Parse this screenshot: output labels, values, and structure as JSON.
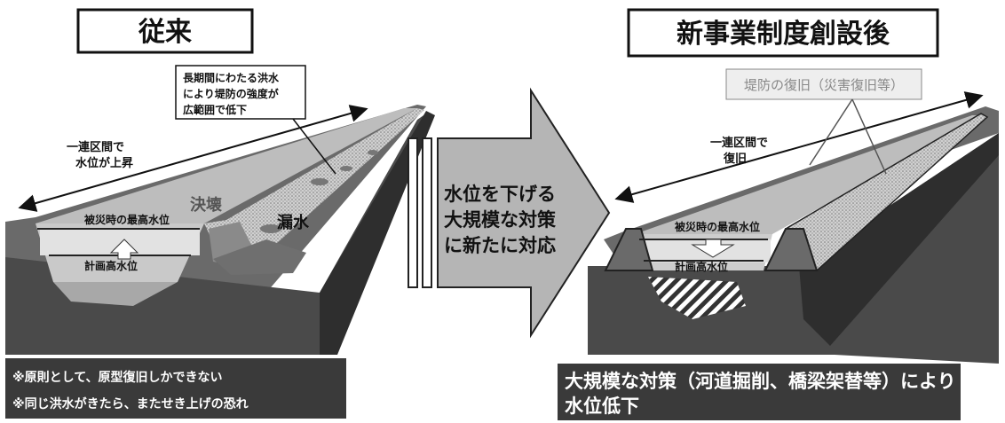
{
  "left_panel": {
    "title": "従来",
    "callout": [
      "長期間にわたる洪水",
      "により堤防の強度が",
      "広範囲で低下"
    ],
    "section_label": [
      "一連区間で",
      "水位が上昇"
    ],
    "breach_label": "決壊",
    "leak_label": "漏水",
    "flood_level_label": "被災時の最高水位",
    "planned_level_label": "計画高水位",
    "notes": [
      "※原則として、原型復旧しかできない",
      "※同じ洪水がきたら、またせき上げの恐れ"
    ]
  },
  "center_arrow": {
    "text": [
      "水位を下げる",
      "大規模な対策",
      "に新たに対応"
    ]
  },
  "right_panel": {
    "title": "新事業制度創設後",
    "restore_label": "堤防の復旧（災害復旧等）",
    "section_label": [
      "一連区間で",
      "復旧"
    ],
    "flood_level_label": "被災時の最高水位",
    "planned_level_label": "計画高水位",
    "note": [
      "大規模な対策（河道掘削、橋梁架替等）により",
      "水位低下"
    ]
  },
  "colors": {
    "ground": "#4a4a4a",
    "ground_dark": "#2e2e2e",
    "channel": "#b9b9b9",
    "water": "#d6d6d6",
    "embankment": "#cfcfcf",
    "note_bg": "#3a3a3a",
    "arrow": "#b5b5b5"
  }
}
